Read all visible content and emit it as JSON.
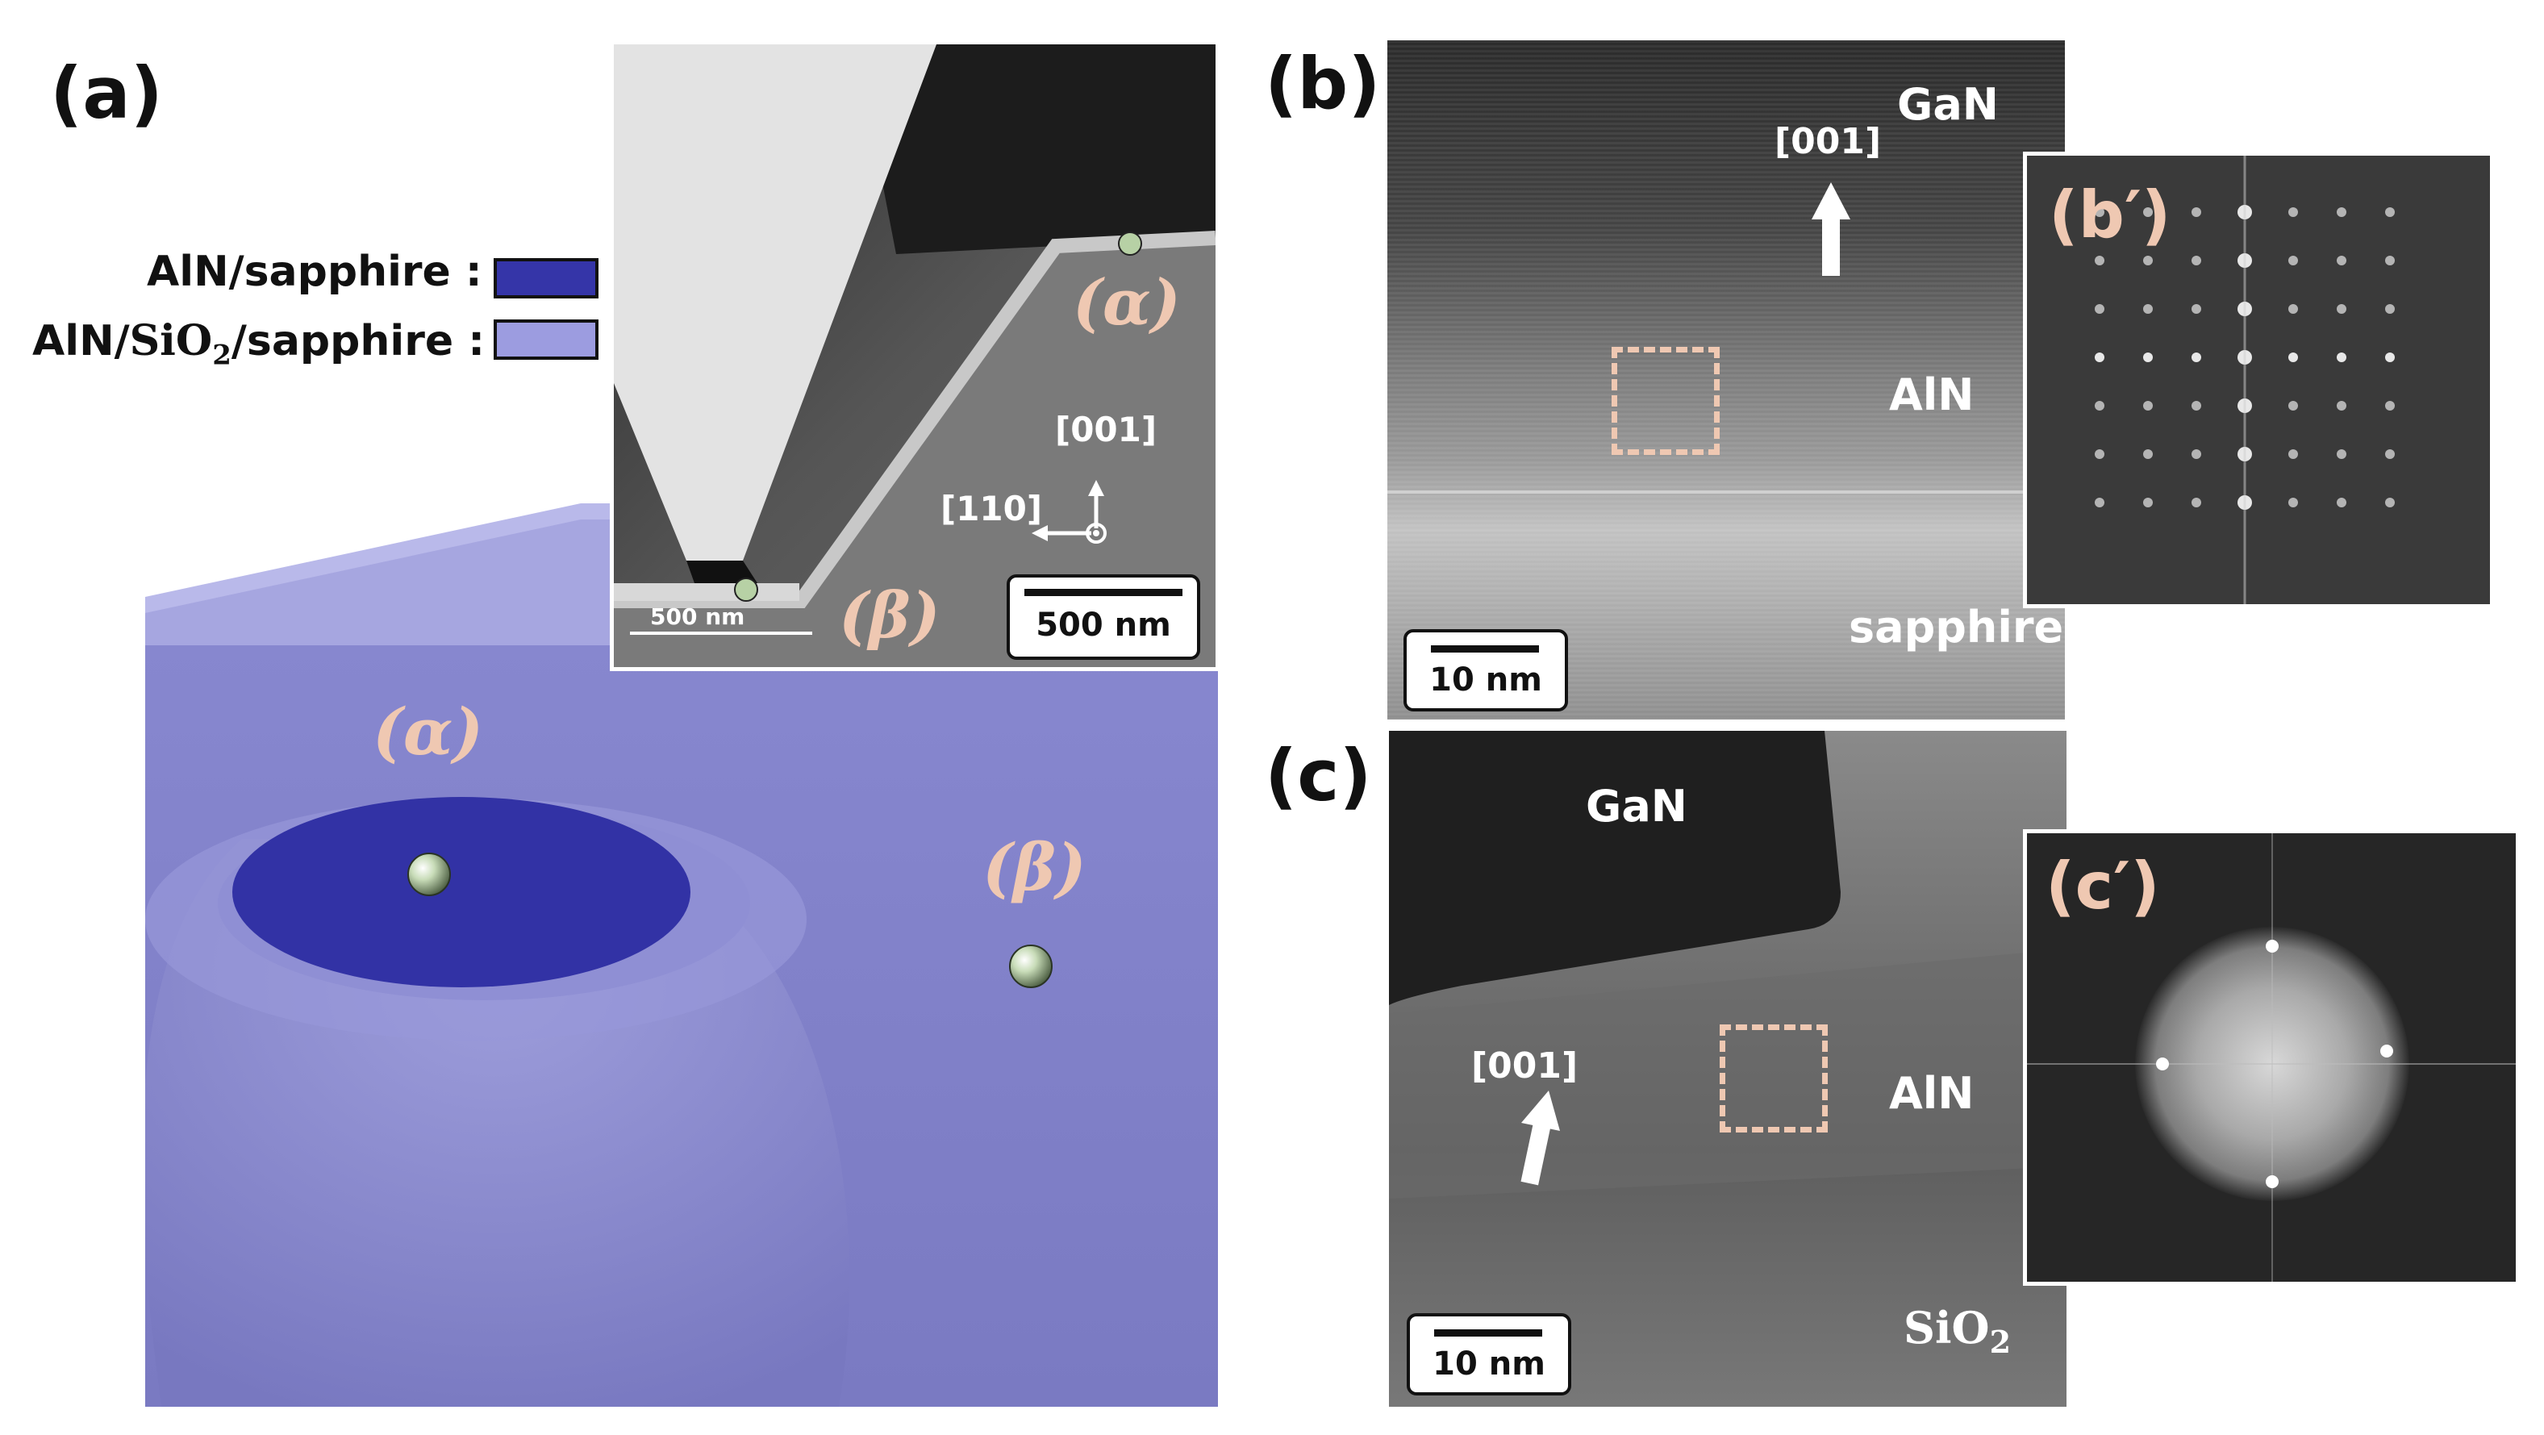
{
  "panel_a": {
    "label": "(a)",
    "legend": [
      {
        "text": "AlN/sapphire :",
        "color": "#3535a8"
      },
      {
        "text_prefix": "AlN/",
        "text_sub_pre": "SiO",
        "sub": "2",
        "text_suffix": "/sapphire :",
        "color": "#9c9ce0"
      }
    ],
    "alpha_label": "(α)",
    "beta_label": "(β)",
    "inset": {
      "alpha_label": "(α)",
      "beta_label": "(β)",
      "dir_up": "[001]",
      "dir_left": "[110]",
      "scale_bar": "500 nm",
      "scale_bar_small": "500 nm"
    }
  },
  "panel_b": {
    "label": "(b)",
    "layer_top": "GaN",
    "layer_mid": "AlN",
    "layer_bottom": "sapphire",
    "direction": "[001]",
    "scale_bar": "10 nm",
    "fft_label": "(b′)"
  },
  "panel_c": {
    "label": "(c)",
    "layer_top": "GaN",
    "layer_mid": "AlN",
    "layer_bottom_pre": "SiO",
    "layer_bottom_sub": "2",
    "direction": "[001]",
    "scale_bar": "10 nm",
    "fft_label": "(c′)"
  },
  "colors": {
    "aln_sapphire": "#3535a8",
    "aln_sio2_sapphire": "#9c9ce0",
    "annotation": "#efc8b2"
  }
}
